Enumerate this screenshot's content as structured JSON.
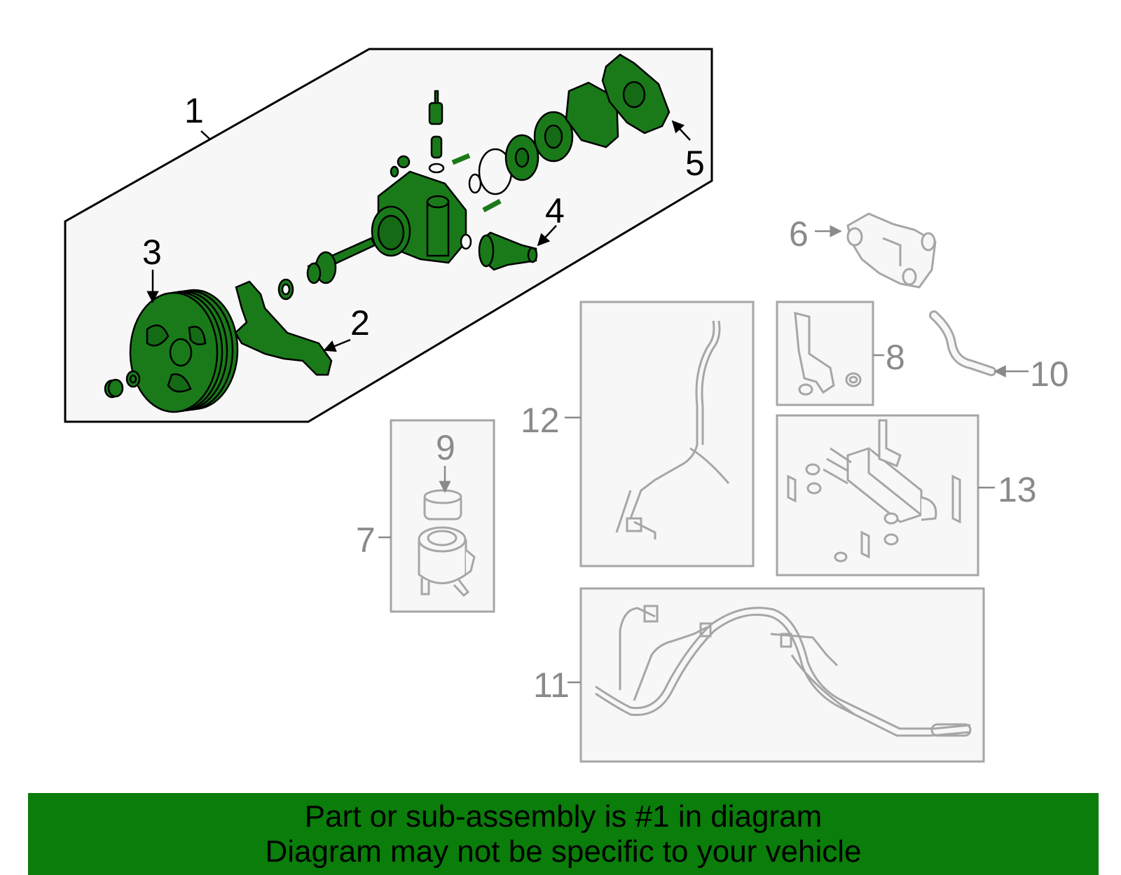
{
  "colors": {
    "highlight_part": "#1a7a1a",
    "banner": "#0a7d0a",
    "panel_fill": "#f7f7f7",
    "panel_border_main": "#000000",
    "panel_border_other": "#a6a6a6",
    "callout_dark": "#000000",
    "callout_grey": "#8a8a8a"
  },
  "callouts": {
    "c1": "1",
    "c2": "2",
    "c3": "3",
    "c4": "4",
    "c5": "5",
    "c6": "6",
    "c7": "7",
    "c8": "8",
    "c9": "9",
    "c10": "10",
    "c11": "11",
    "c12": "12",
    "c13": "13"
  },
  "banner": {
    "line1": "Part or sub-assembly is #1 in diagram",
    "line2": "Diagram may not be specific to your vehicle"
  }
}
